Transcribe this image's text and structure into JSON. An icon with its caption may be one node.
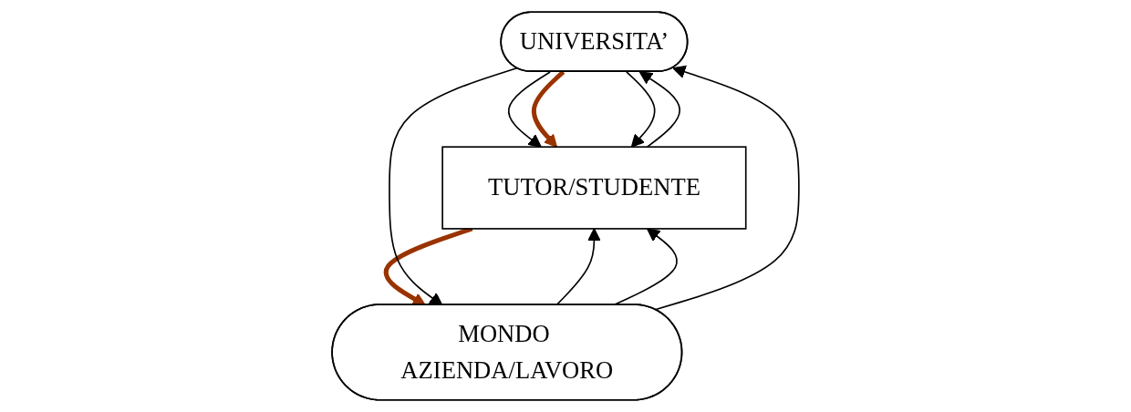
{
  "diagram": {
    "nodes": [
      {
        "text": [
          "UNIVERSITA’"
        ]
      },
      {
        "text": [
          "TUTOR/STUDENTE"
        ]
      },
      {
        "text": [
          "MONDO AZIENDA/LAVORO"
        ]
      }
    ],
    "edges": [
      {
        "from": 2,
        "to": 1,
        "arrow": "to"
      },
      {
        "from": 1,
        "to": 0,
        "arrow": "to"
      },
      {
        "from": 0,
        "to": 1,
        "arrow": "to"
      },
      {
        "from": 0,
        "to": 1,
        "arrow": "to",
        "style": "thick",
        "color": "#993300"
      },
      {
        "from": 1,
        "to": 2,
        "arrow": "to",
        "style": "thick",
        "color": "#993300"
      },
      {
        "from": 0,
        "to": 1,
        "arrow": "to"
      },
      {
        "from": 2,
        "to": 1,
        "arrow": "to"
      },
      {
        "from": 0,
        "to": 2,
        "arrow": "to"
      },
      {
        "from": 2,
        "to": 0,
        "arrow": "to"
      }
    ]
  }
}
